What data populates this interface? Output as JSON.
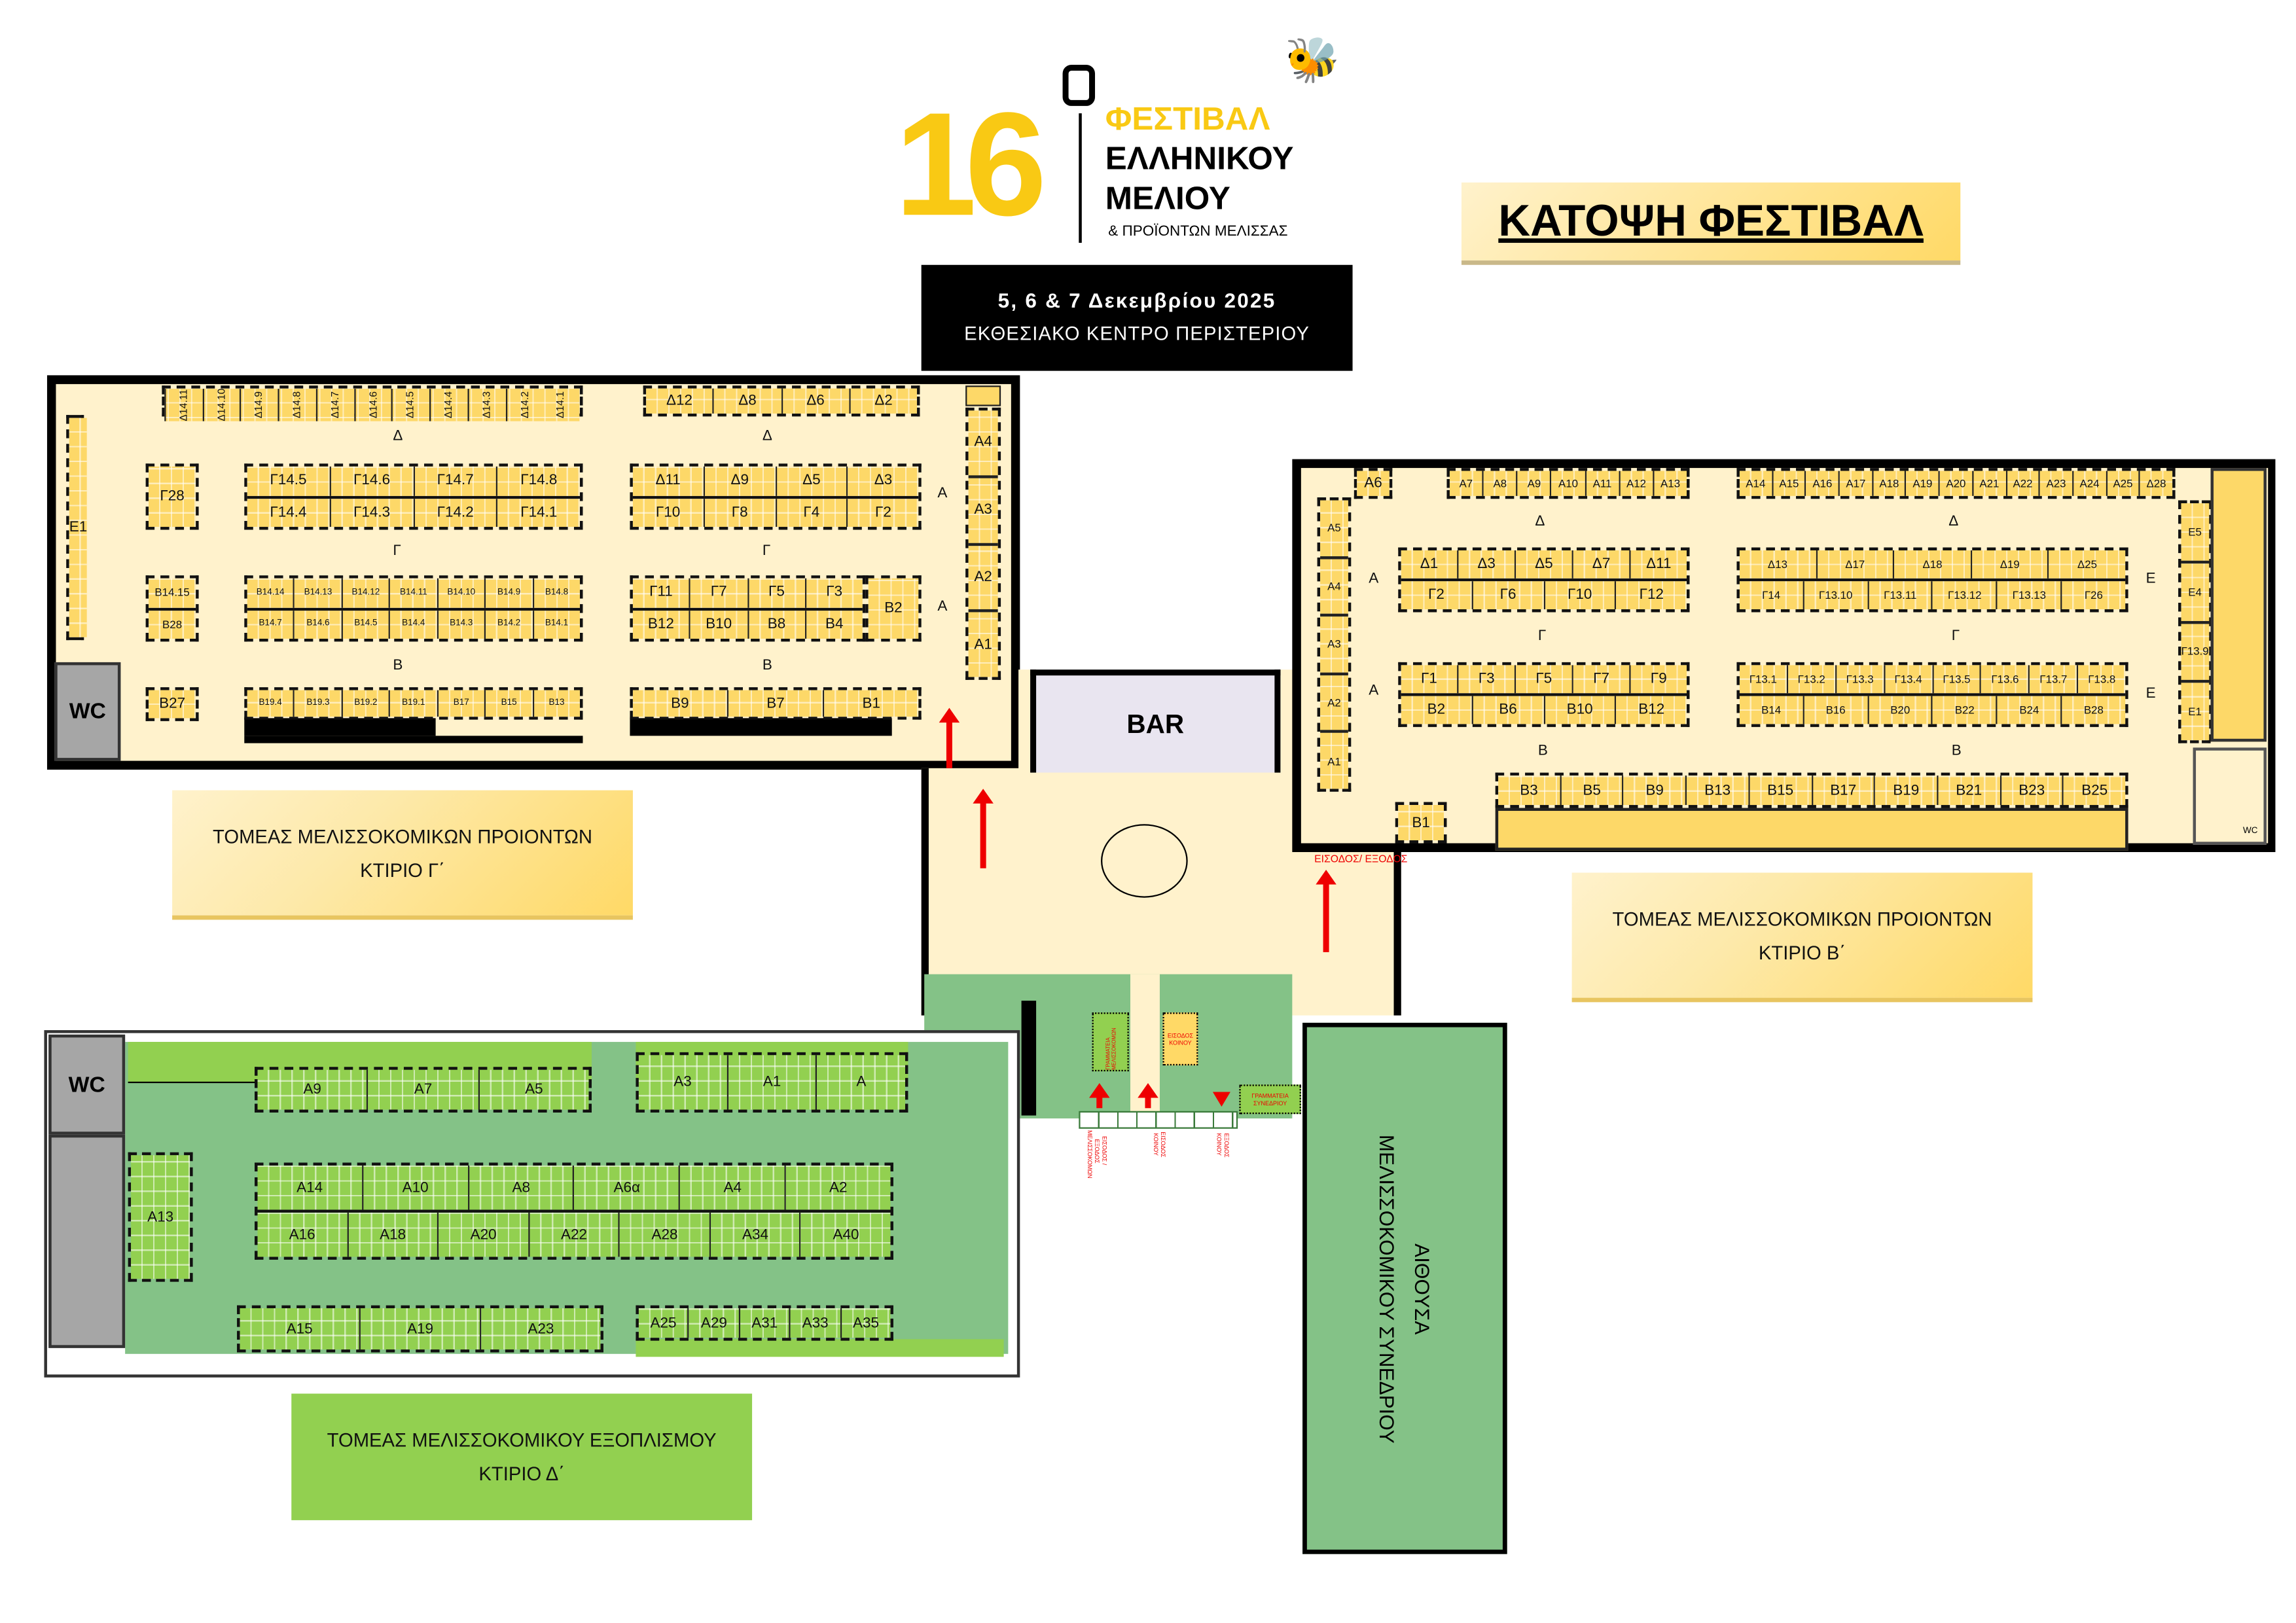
{
  "logo": {
    "number": "16",
    "line1": "ΦΕΣΤΙΒΑΛ",
    "line2": "ΕΛΛΗΝΙΚΟΥ",
    "line3": "ΜΕΛΙΟΥ",
    "line4": "& ΠΡΟΪΟΝΤΩΝ ΜΕΛΙΣΣΑΣ"
  },
  "event": {
    "dates": "5, 6 & 7 Δεκεμβρίου 2025",
    "venue": "ΕΚΘΕΣΙΑΚΟ ΚΕΝΤΡΟ ΠΕΡΙΣΤΕΡΙΟΥ"
  },
  "title": "ΚΑΤΟΨΗ ΦΕΣΤΙΒΑΛ",
  "colors": {
    "booth": "#fdd868",
    "hall": "#fff2cc",
    "green_hall": "#84c287",
    "green_booth": "#92d050",
    "arrow": "#ee0000"
  },
  "building_g": {
    "sector_line1": "ΤΟΜΕΑΣ ΜΕΛΙΣΣΟΚΟΜΙΚΩΝ ΠΡΟΙΟΝΤΩΝ",
    "sector_line2": "ΚΤΙΡΙΟ Γ΄",
    "aisles": {
      "d": "Δ",
      "g": "Γ",
      "b": "Β",
      "a": "Α"
    },
    "wc": "WC",
    "e1": "Ε1",
    "top_left": [
      "Δ14.11",
      "Δ14.10",
      "Δ14.9",
      "Δ14.8",
      "Δ14.7",
      "Δ14.6",
      "Δ14.5",
      "Δ14.4",
      "Δ14.3",
      "Δ14.2",
      "Δ14.1"
    ],
    "top_right": [
      "Δ12",
      "Δ8",
      "Δ6",
      "Δ2"
    ],
    "g28": [
      "Γ28"
    ],
    "g14": [
      [
        "Γ14.5",
        "Γ14.6",
        "Γ14.7",
        "Γ14.8"
      ],
      [
        "Γ14.4",
        "Γ14.3",
        "Γ14.2",
        "Γ14.1"
      ]
    ],
    "d11": [
      [
        "Δ11",
        "Δ9",
        "Δ5",
        "Δ3"
      ],
      [
        "Γ10",
        "Γ8",
        "Γ4",
        "Γ2"
      ]
    ],
    "b1415": [
      [
        "Β14.15"
      ],
      [
        "Β28"
      ]
    ],
    "b14": [
      [
        "Β14.14",
        "Β14.13",
        "Β14.12",
        "Β14.11",
        "Β14.10",
        "Β14.9",
        "Β14.8"
      ],
      [
        "Β14.7",
        "Β14.6",
        "Β14.5",
        "Β14.4",
        "Β14.3",
        "Β14.2",
        "Β14.1"
      ]
    ],
    "g11": [
      [
        "Γ11",
        "Γ7",
        "Γ5",
        "Γ3"
      ],
      [
        "Β12",
        "Β10",
        "Β8",
        "Β4"
      ]
    ],
    "b2": [
      "Β2"
    ],
    "b27": [
      "Β27"
    ],
    "b19": [
      "Β19.4",
      "Β19.3",
      "Β19.2",
      "Β19.1",
      "Β17",
      "Β15",
      "Β13"
    ],
    "b9": [
      "Β9",
      "Β7",
      "Β1"
    ],
    "a_col": [
      "Α4",
      "Α3",
      "Α2",
      "Α1"
    ]
  },
  "center": {
    "bar": "BAR",
    "entrance": "ΕΙΣΟΔΟΣ/ ΕΞΟΔΟΣ"
  },
  "building_b": {
    "sector_line1": "ΤΟΜΕΑΣ ΜΕΛΙΣΣΟΚΟΜΙΚΩΝ ΠΡΟΙΟΝΤΩΝ",
    "sector_line2": "ΚΤΙΡΙΟ Β΄",
    "aisles": {
      "d": "Δ",
      "g": "Γ",
      "b": "Β",
      "a": "Α",
      "e": "Ε"
    },
    "wc": "WC",
    "a6": [
      "Α6"
    ],
    "top1": [
      "Α7",
      "Α8",
      "Α9",
      "Α10",
      "Α11",
      "Α12",
      "Α13"
    ],
    "top2": [
      "Α14",
      "Α15",
      "Α16",
      "Α17",
      "Α18",
      "Α19",
      "Α20",
      "Α21",
      "Α22",
      "Α23",
      "Α24",
      "Α25",
      "Δ28"
    ],
    "left_col": [
      "Α5",
      "Α4",
      "Α3",
      "Α2",
      "Α1"
    ],
    "d1": [
      [
        "Δ1",
        "Δ3",
        "Δ5",
        "Δ7",
        "Δ11"
      ],
      [
        "Γ2",
        "Γ6",
        "Γ10",
        "Γ12"
      ]
    ],
    "d13": [
      [
        "Δ13",
        "Δ17",
        "Δ18",
        "Δ19",
        "Δ25"
      ],
      [
        "Γ14",
        "Γ13.10",
        "Γ13.11",
        "Γ13.12",
        "Γ13.13",
        "Γ26"
      ]
    ],
    "g1": [
      [
        "Γ1",
        "Γ3",
        "Γ5",
        "Γ7",
        "Γ9"
      ],
      [
        "Β2",
        "Β6",
        "Β10",
        "Β12"
      ]
    ],
    "g13": [
      [
        "Γ13.1",
        "Γ13.2",
        "Γ13.3",
        "Γ13.4",
        "Γ13.5",
        "Γ13.6",
        "Γ13.7",
        "Γ13.8"
      ],
      [
        "Β14",
        "Β16",
        "Β20",
        "Β22",
        "Β24",
        "Β28"
      ]
    ],
    "bottom": [
      "Β3",
      "Β5",
      "Β9",
      "Β13",
      "Β15",
      "Β17",
      "Β19",
      "Β21",
      "Β23",
      "Β25"
    ],
    "b1": [
      "Β1"
    ],
    "e_col": [
      "Ε5",
      "Ε4",
      "Γ13.9",
      "Ε1"
    ]
  },
  "building_d": {
    "sector_line1": "ΤΟΜΕΑΣ ΜΕΛΙΣΣΟΚΟΜΙΚΟΥ ΕΞΟΠΛΙΣΜΟΥ",
    "sector_line2": "ΚΤΙΡΙΟ Δ΄",
    "wc": "WC",
    "top_left": [
      "Α9",
      "Α7",
      "Α5"
    ],
    "top_right": [
      "Α3",
      "Α1",
      "Α"
    ],
    "a13": [
      "Α13"
    ],
    "middle": [
      [
        "Α14",
        "Α10",
        "Α8",
        "Α6α",
        "Α4",
        "Α2"
      ],
      [
        "Α16",
        "Α18",
        "Α20",
        "Α22",
        "Α28",
        "Α34",
        "Α40"
      ]
    ],
    "bottom_left": [
      "Α15",
      "Α19",
      "Α23"
    ],
    "bottom_right": [
      "Α25",
      "Α29",
      "Α31",
      "Α33",
      "Α35"
    ]
  },
  "entry": {
    "beekeepers_office": "ΓΡΑΜΜΑΤΕΙΑ ΜΕΛΙΣΣΟΚΟΜΩΝ",
    "public_entrance": "ΕΙΣΟΔΟΣ ΚΟΙΝΟΥ",
    "congress_office": "ΓΡΑΜΜΑΤΕΙΑ ΣΥΝΕΔΡΙΟΥ",
    "door1": "ΕΙΣΟΔΟΣ / ΕΞΟΔΟΣ ΜΕΛΙΣΣΟΚΟΜΩΝ",
    "door2": "ΕΙΣΟΔΟΣ ΚΟΙΝΟΥ",
    "door3": "ΕΞΟΔΟΣ ΚΟΙΝΟΥ"
  },
  "congress_hall": {
    "line1": "ΑΙΘΟΥΣΑ",
    "line2": "ΜΕΛΙΣΣΟΚΟΜΙΚΟΥ ΣΥΝΕΔΡΙΟΥ"
  }
}
